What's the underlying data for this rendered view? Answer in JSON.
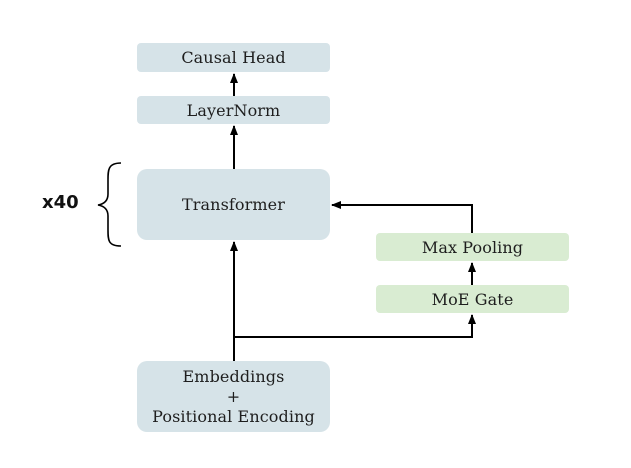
{
  "diagram": {
    "nodes": {
      "causal_head": "Causal Head",
      "layernorm": "LayerNorm",
      "transformer": "Transformer",
      "max_pooling": "Max Pooling",
      "moe_gate": "MoE Gate",
      "embeddings": {
        "line1": "Embeddings",
        "line2": "+",
        "line3": "Positional Encoding"
      }
    },
    "repeat_label": "x40",
    "colors": {
      "blue_box": "#d6e3e8",
      "green_box": "#d9ecd2",
      "line": "#000000"
    }
  }
}
